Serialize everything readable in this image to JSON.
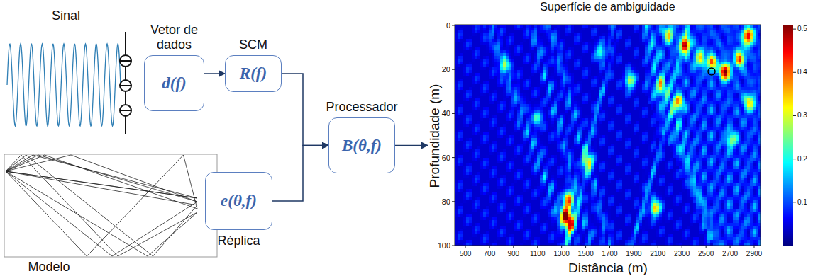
{
  "diagram": {
    "nodes": [
      {
        "text": [
          "Vetor de dados",
          "d(f)"
        ]
      },
      {
        "text": [
          "SCM",
          "R(f)"
        ]
      },
      {
        "text": [
          "Processador",
          "B(θ,f)"
        ]
      },
      {
        "text": [
          "e(θ,f)",
          "Réplica"
        ]
      },
      {
        "text": [
          "Superfície de ambiguidade"
        ]
      }
    ],
    "edges": [
      {
        "from": 0,
        "to": 1,
        "arrow": "to"
      },
      {
        "from": 1,
        "to": 2,
        "arrow": "to"
      },
      {
        "from": 3,
        "to": 2,
        "arrow": "to"
      },
      {
        "from": 2,
        "to": 4,
        "arrow": "to"
      }
    ],
    "labels": [
      "Sinal",
      "Modelo",
      "Profundidade (m)",
      "Distância (m)",
      "0",
      "20",
      "40",
      "60",
      "80",
      "100",
      "500",
      "700",
      "900",
      "1100",
      "1300",
      "1500",
      "1700",
      "1900",
      "2100",
      "2300",
      "2500",
      "2700",
      "2900",
      "0.1",
      "0.2",
      "0.3",
      "0.4",
      "0.5"
    ]
  }
}
